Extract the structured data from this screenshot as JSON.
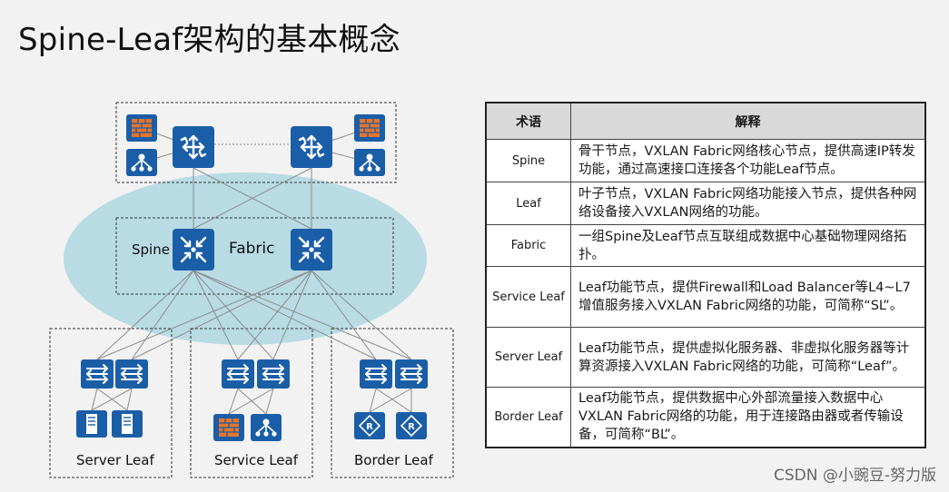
{
  "title": "Spine-Leaf架构的基本概念",
  "diagram": {
    "spine_label": "Spine",
    "fabric_label": "Fabric",
    "leaf_groups": [
      {
        "label": "Server Leaf"
      },
      {
        "label": "Service Leaf"
      },
      {
        "label": "Border Leaf"
      }
    ]
  },
  "table": {
    "headers": [
      "术语",
      "解释"
    ],
    "rows": [
      {
        "term": "Spine",
        "desc": "骨干节点，VXLAN Fabric网络核心节点，提供高速IP转发功能，通过高速接口连接各个功能Leaf节点。"
      },
      {
        "term": "Leaf",
        "desc": "叶子节点，VXLAN Fabric网络功能接入节点，提供各种网络设备接入VXLAN网络的功能。"
      },
      {
        "term": "Fabric",
        "desc": "一组Spine及Leaf节点互联组成数据中心基础物理网络拓扑。"
      },
      {
        "term": "Service Leaf",
        "desc": "Leaf功能节点，提供Firewall和Load Balancer等L4~L7增值服务接入VXLAN Fabric网络的功能，可简称“SL”。"
      },
      {
        "term": "Server Leaf",
        "desc": "Leaf功能节点，提供虚拟化服务器、非虚拟化服务器等计算资源接入VXLAN Fabric网络的功能，可简称“Leaf”。"
      },
      {
        "term": "Border Leaf",
        "desc": "Leaf功能节点，提供数据中心外部流量接入数据中心VXLAN Fabric网络的功能，用于连接路由器或者传输设备，可简称“BL”。"
      }
    ]
  },
  "watermark": "CSDN @小豌豆-努力版",
  "colors": {
    "device_blue": "#1b5ea8",
    "ellipse_fill": "#b8dbe4",
    "firewall_orange": "#e8742a",
    "header_gray": "#d9d9d9",
    "link_gray": "#9a9a9a"
  }
}
